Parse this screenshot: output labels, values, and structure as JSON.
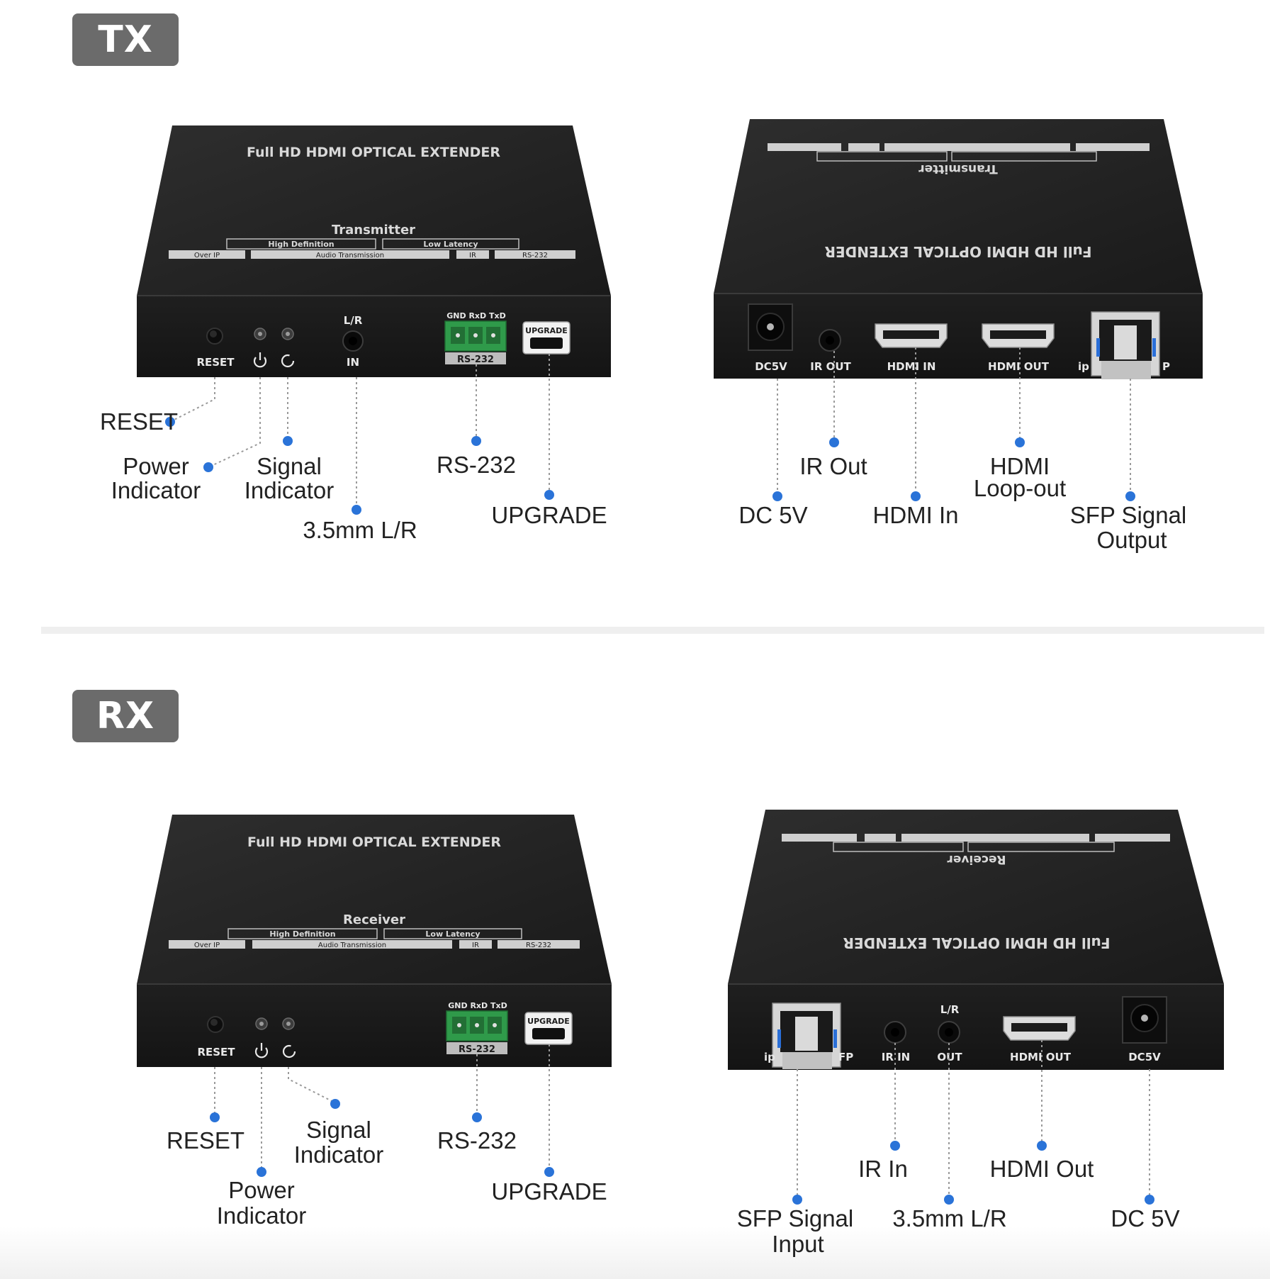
{
  "tx": {
    "badge": "TX",
    "front": {
      "top_title": "Full HD HDMI OPTICAL EXTENDER",
      "top_subtitle": "Transmitter",
      "top_tags_row1": [
        "High Definition",
        "Low Latency"
      ],
      "top_tags_row2": [
        "Over IP",
        "Audio Transmission",
        "IR",
        "RS-232"
      ],
      "panel_labels": {
        "reset": "RESET",
        "lr": "L/R",
        "in": "IN",
        "gnd": "GND RxD TxD",
        "rs232": "RS-232",
        "upgrade": "UPGRADE"
      },
      "callouts": {
        "reset": "RESET",
        "power_1": "Power",
        "power_2": "Indicator",
        "signal_1": "Signal",
        "signal_2": "Indicator",
        "audio": "3.5mm L/R",
        "rs232": "RS-232",
        "upgrade": "UPGRADE"
      }
    },
    "rear": {
      "top_title": "Full HD HDMI OPTICAL EXTENDER",
      "top_subtitle": "Transmitter",
      "panel_labels": {
        "dc": "DC5V",
        "ir": "IR OUT",
        "hdmi_in": "HDMI IN",
        "hdmi_out": "HDMI OUT",
        "sfp": "ip",
        "sfp2": "P"
      },
      "callouts": {
        "ir": "IR Out",
        "dc": "DC 5V",
        "hdmi_in": "HDMI In",
        "hdmi_loop_1": "HDMI",
        "hdmi_loop_2": "Loop-out",
        "sfp_1": "SFP Signal",
        "sfp_2": "Output"
      }
    }
  },
  "rx": {
    "badge": "RX",
    "front": {
      "top_title": "Full HD HDMI OPTICAL EXTENDER",
      "top_subtitle": "Receiver",
      "top_tags_row1": [
        "High Definition",
        "Low Latency"
      ],
      "top_tags_row2": [
        "Over IP",
        "Audio Transmission",
        "IR",
        "RS-232"
      ],
      "panel_labels": {
        "reset": "RESET",
        "gnd": "GND RxD TxD",
        "rs232": "RS-232",
        "upgrade": "UPGRADE"
      },
      "callouts": {
        "reset": "RESET",
        "signal_1": "Signal",
        "signal_2": "Indicator",
        "power_1": "Power",
        "power_2": "Indicator",
        "rs232": "RS-232",
        "upgrade": "UPGRADE"
      }
    },
    "rear": {
      "top_title": "Full HD HDMI OPTICAL EXTENDER",
      "top_subtitle": "Receiver",
      "panel_labels": {
        "sfp": "ip",
        "sfp2": "FP",
        "ir": "IR IN",
        "lr": "L/R",
        "out": "OUT",
        "hdmi_out": "HDMI OUT",
        "dc": "DC5V"
      },
      "callouts": {
        "ir": "IR In",
        "hdmi_out": "HDMI Out",
        "sfp_1": "SFP Signal",
        "sfp_2": "Input",
        "audio": "3.5mm L/R",
        "dc": "DC 5V"
      }
    }
  },
  "colors": {
    "badge": "#6b6b6b",
    "device": "#1c1c1c",
    "dot": "#2a73d8",
    "terminal": "#2f9a4a"
  }
}
